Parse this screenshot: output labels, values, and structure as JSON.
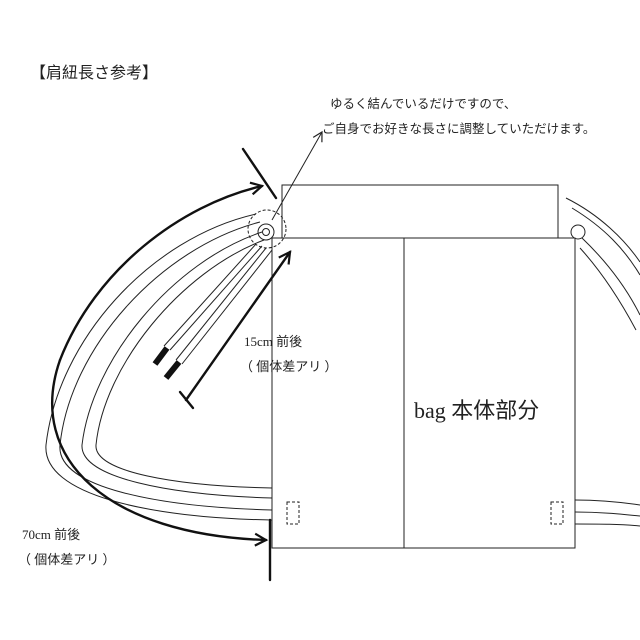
{
  "title": "【肩紐長さ参考】",
  "note": {
    "line1": "ゆるく結んでいるだけですので、",
    "line2": "ご自身でお好きな長さに調整していただけます。"
  },
  "drawstring_length": {
    "value": "15cm 前後",
    "caveat": "（ 個体差アリ ）"
  },
  "strap_length": {
    "value": "70cm 前後",
    "caveat": "（ 個体差アリ ）"
  },
  "bag_label": "bag 本体部分",
  "colors": {
    "line": "#222222",
    "background": "#ffffff"
  }
}
